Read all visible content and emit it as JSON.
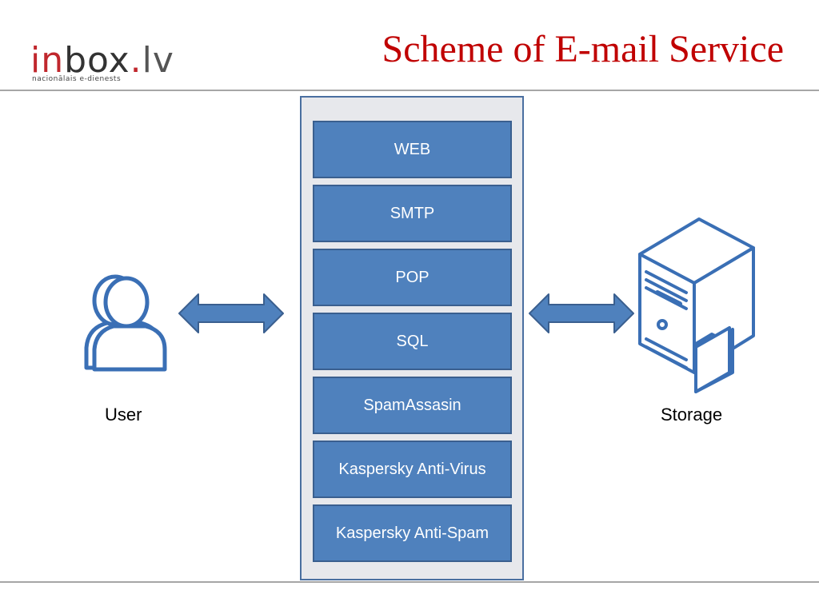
{
  "header": {
    "logo": {
      "prefix": "in",
      "middle": "box",
      "dot": ".",
      "suffix": "lv",
      "tagline": "nacionālais e-dienests"
    },
    "title": "Scheme of E-mail Service"
  },
  "diagram": {
    "layers": [
      "WEB",
      "SMTP",
      "POP",
      "SQL",
      "SpamAssasin",
      "Kaspersky Anti-Virus",
      "Kaspersky Anti-Spam"
    ],
    "left_node_label": "User",
    "right_node_label": "Storage"
  },
  "colors": {
    "title": "#c00000",
    "logo_red": "#c0272d",
    "layer_fill": "#4f81bd",
    "stack_background": "#e7e8ec",
    "icon_stroke": "#3a6fb5"
  }
}
